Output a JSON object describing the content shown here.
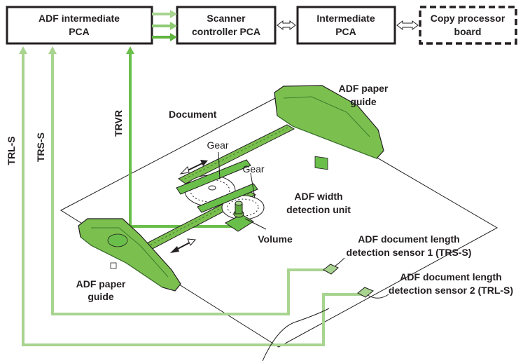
{
  "colors": {
    "light_green": "#a8d490",
    "mid_green": "#6abf4b",
    "dark_green": "#3a7d2c",
    "body_green": "#7bc04f",
    "outline": "#231f20",
    "background": "#ffffff"
  },
  "boxes": {
    "adf_pca": {
      "line1": "ADF intermediate",
      "line2": "PCA"
    },
    "scanner_pca": {
      "line1": "Scanner",
      "line2": "controller PCA"
    },
    "intermediate_pca": {
      "line1": "Intermediate",
      "line2": "PCA"
    },
    "copy_board": {
      "line1": "Copy processor",
      "line2": "board"
    }
  },
  "signals": {
    "trl": "TRL-S",
    "trs": "TRS-S",
    "trvr": "TRVR"
  },
  "labels": {
    "document": "Document",
    "gear_1": "Gear",
    "gear_2": "Gear",
    "volume": "Volume",
    "adf_guide_top": {
      "line1": "ADF paper",
      "line2": "guide"
    },
    "adf_guide_bottom": {
      "line1": "ADF paper",
      "line2": "guide"
    },
    "width_unit": {
      "line1": "ADF width",
      "line2": "detection unit"
    },
    "sensor_1": {
      "line1": "ADF document length",
      "line2": "detection sensor 1 (TRS-S)"
    },
    "sensor_2": {
      "line1": "ADF document length",
      "line2": "detection sensor 2 (TRL-S)"
    }
  }
}
